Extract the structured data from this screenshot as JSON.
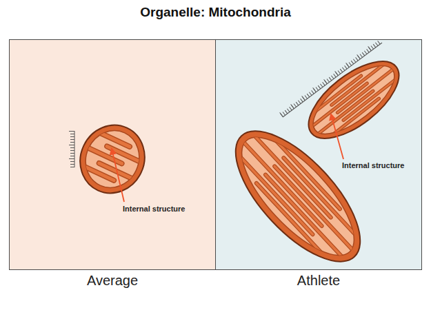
{
  "diagram": {
    "title": "Organelle: Mitochondria",
    "nodes": [
      {
        "text": [
          "Average"
        ]
      },
      {
        "text": [
          "Athlete"
        ]
      }
    ],
    "labels": [
      "Internal structure",
      "Internal structure"
    ]
  }
}
